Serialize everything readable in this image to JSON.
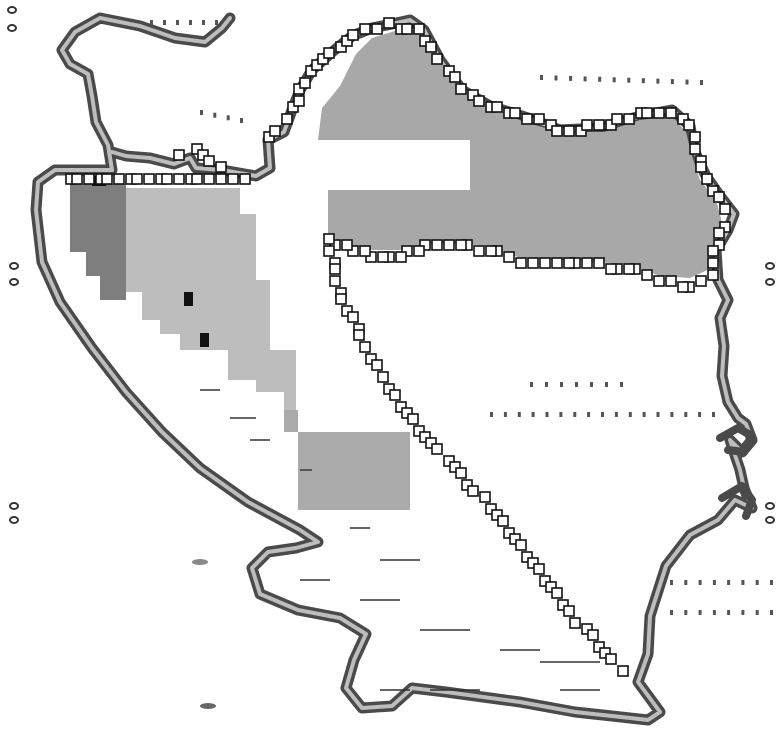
{
  "map": {
    "colors": {
      "background": "#ffffff",
      "outline_outer": "#4a4a4a",
      "outline_inner": "#b9b9b9",
      "region_north": "#a8a8a8",
      "region_west_light": "#bdbdbd",
      "region_west_dark": "#7e7e7e",
      "region_south_inset": "#ababab",
      "grid_border_fill": "#ffffff",
      "grid_border_stroke": "#111111",
      "marker_dark": "#111111",
      "speckle": "#555555"
    },
    "layers": [
      "country-outline",
      "northern-shaded-region",
      "western-shaded-region",
      "western-dark-strip",
      "southern-inset-region",
      "gridded-border-cells",
      "dotted-traces",
      "edge-markers"
    ]
  }
}
